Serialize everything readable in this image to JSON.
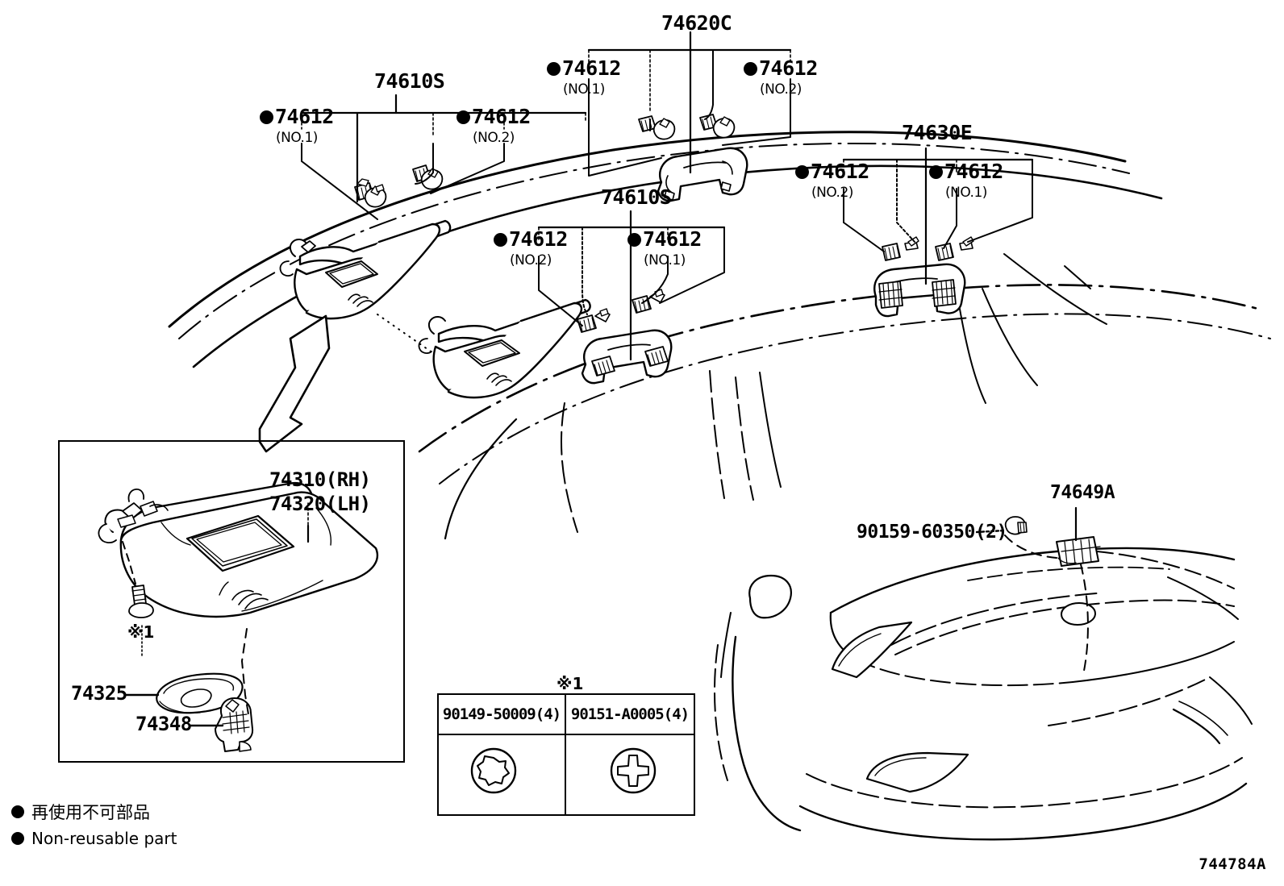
{
  "diagram": {
    "id": "744784A",
    "title_groups": [
      {
        "name": "74610S",
        "sub_labels": [
          {
            "pn": "74612",
            "no": "(NO.1)"
          },
          {
            "pn": "74612",
            "no": "(NO.2)"
          }
        ]
      },
      {
        "name": "74620C",
        "sub_labels": [
          {
            "pn": "74612",
            "no": "(NO.1)"
          },
          {
            "pn": "74612",
            "no": "(NO.2)"
          }
        ]
      },
      {
        "name": "74630E",
        "sub_labels": [
          {
            "pn": "74612",
            "no": "(NO.2)"
          },
          {
            "pn": "74612",
            "no": "(NO.1)"
          }
        ]
      },
      {
        "name": "74610S",
        "sub_labels": [
          {
            "pn": "74612",
            "no": "(NO.2)"
          },
          {
            "pn": "74612",
            "no": "(NO.1)"
          }
        ]
      }
    ]
  },
  "callouts": {
    "visor_assy_top": "74610S",
    "visor_assy_bottom": "74610S",
    "sunvisor_holder": "74620C",
    "assist_grip": "74630E",
    "clip_74612": "74612",
    "no1": "(NO.1)",
    "no2": "(NO.2)",
    "rear_spoiler_clip": "74649A",
    "rear_nut": "90159-60350(2)"
  },
  "inset": {
    "part_rh": "74310(RH)",
    "part_lh": "74320(LH)",
    "mirror_cover": "74325",
    "hook": "74348",
    "screw_mark": "※1"
  },
  "screw_table": {
    "mark": "※1",
    "columns": [
      {
        "code": "90149-50009(4)",
        "head": "torx"
      },
      {
        "code": "90151-A0005(4)",
        "head": "phillips"
      }
    ]
  },
  "legend": {
    "japanese": "再使用不可部品",
    "english": "Non-reusable part"
  },
  "colors": {
    "line": "#000000",
    "background": "#ffffff"
  }
}
